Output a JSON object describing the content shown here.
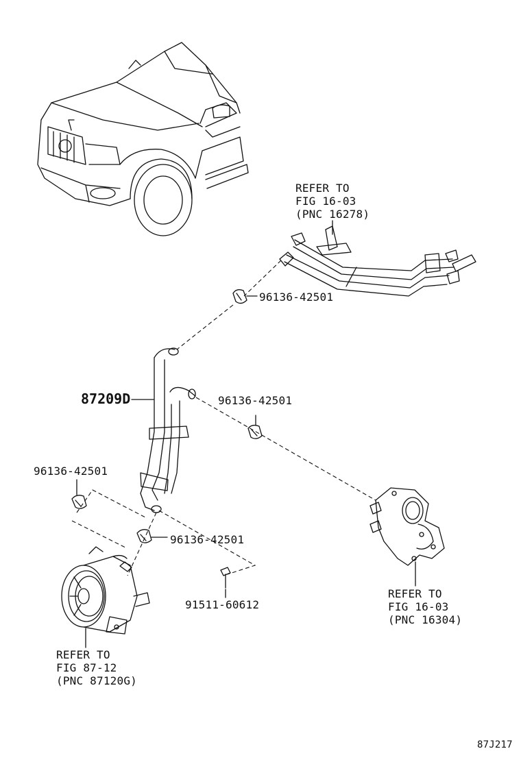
{
  "labels": {
    "refer_heater_pipe": [
      "REFER TO",
      "FIG 16-03",
      "(PNC 16278)"
    ],
    "refer_water_pump": [
      "REFER TO",
      "FIG 16-03",
      "(PNC 16304)"
    ],
    "refer_vane_pump": [
      "REFER TO",
      "FIG 87-12",
      "(PNC 87120G)"
    ],
    "hose_assembly": "87209D",
    "clamp_upper": "96136-42501",
    "clamp_middle": "96136-42501",
    "clamp_left": "96136-42501",
    "clamp_lower": "96136-42501",
    "bolt": "91511-60612",
    "figure_code": "87J217"
  }
}
